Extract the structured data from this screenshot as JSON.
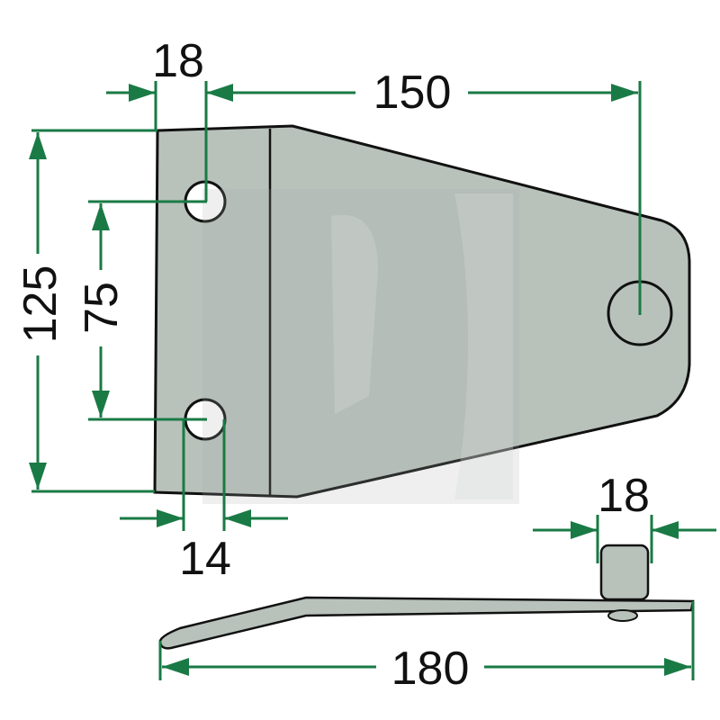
{
  "dimensions": {
    "hole_offset_top": "18",
    "hole_to_end": "150",
    "overall_height": "125",
    "hole_spacing": "75",
    "hole_offset_bottom": "14",
    "pin_width": "18",
    "overall_length": "180"
  },
  "colors": {
    "dimension_line": "#1a7a45",
    "plate_fill": "#b8c2bb",
    "plate_outline": "#111111",
    "watermark": "#a6aca8"
  }
}
